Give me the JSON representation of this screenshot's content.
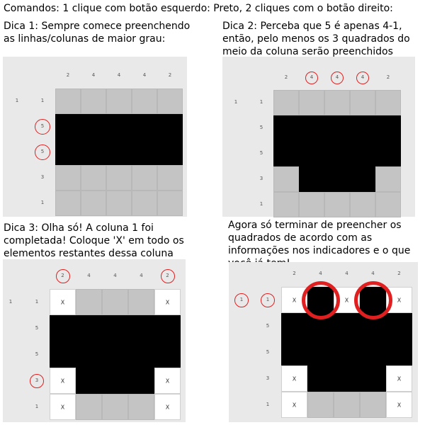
{
  "header": {
    "commands": "Comandos: 1 clique com botão esquerdo: Preto, 2 cliques com o botão direito:"
  },
  "tips": [
    {
      "lines": [
        "Dica 1: Sempre comece preenchendo",
        "as linhas/colunas de maior grau:"
      ]
    },
    {
      "lines": [
        "Dica 2: Perceba que 5 é apenas 4-1,",
        "então, pelo menos os 3 quadrados do",
        "meio da coluna serão preenchidos"
      ]
    },
    {
      "lines": [
        "Dica 3: Olha só! A coluna 1 foi",
        "completada! Coloque 'X' em todo os",
        "elementos restantes dessa coluna"
      ]
    },
    {
      "lines": [
        "Agora só terminar de preencher os",
        "quadrados de acordo com as",
        "informações nos indicadores e o que",
        "você já tem!"
      ]
    }
  ],
  "cross_mark": "X",
  "puzzles": [
    {
      "col_clues": [
        "2",
        "4",
        "4",
        "4",
        "2"
      ],
      "row_clues": [
        [
          "1",
          "1"
        ],
        [
          "",
          "5"
        ],
        [
          "",
          "5"
        ],
        [
          "",
          "3"
        ],
        [
          "",
          "1"
        ]
      ],
      "grid": [
        "-----",
        "#####",
        "#####",
        "-----",
        "-----"
      ]
    },
    {
      "col_clues": [
        "2",
        "4",
        "4",
        "4",
        "2"
      ],
      "row_clues": [
        [
          "1",
          "1"
        ],
        [
          "",
          "5"
        ],
        [
          "",
          "5"
        ],
        [
          "",
          "3"
        ],
        [
          "",
          "1"
        ]
      ],
      "grid": [
        "-----",
        "#####",
        "#####",
        "-###-",
        "-----"
      ]
    },
    {
      "col_clues": [
        "2",
        "4",
        "4",
        "4",
        "2"
      ],
      "row_clues": [
        [
          "1",
          "1"
        ],
        [
          "",
          "5"
        ],
        [
          "",
          "5"
        ],
        [
          "",
          "3"
        ],
        [
          "",
          "1"
        ]
      ],
      "grid": [
        "x---x",
        "#####",
        "#####",
        "x###x",
        "x---x"
      ]
    },
    {
      "col_clues": [
        "2",
        "4",
        "4",
        "4",
        "2"
      ],
      "row_clues": [
        [
          "1",
          "1"
        ],
        [
          "",
          "5"
        ],
        [
          "",
          "5"
        ],
        [
          "",
          "3"
        ],
        [
          "",
          "1"
        ]
      ],
      "grid": [
        "x#x#x",
        "#####",
        "#####",
        "x###x",
        "x---x"
      ]
    }
  ],
  "colors": {
    "highlight": "#e02020",
    "filled": "#000000",
    "empty": "#c4c4c4",
    "crossed": "#ffffff"
  }
}
